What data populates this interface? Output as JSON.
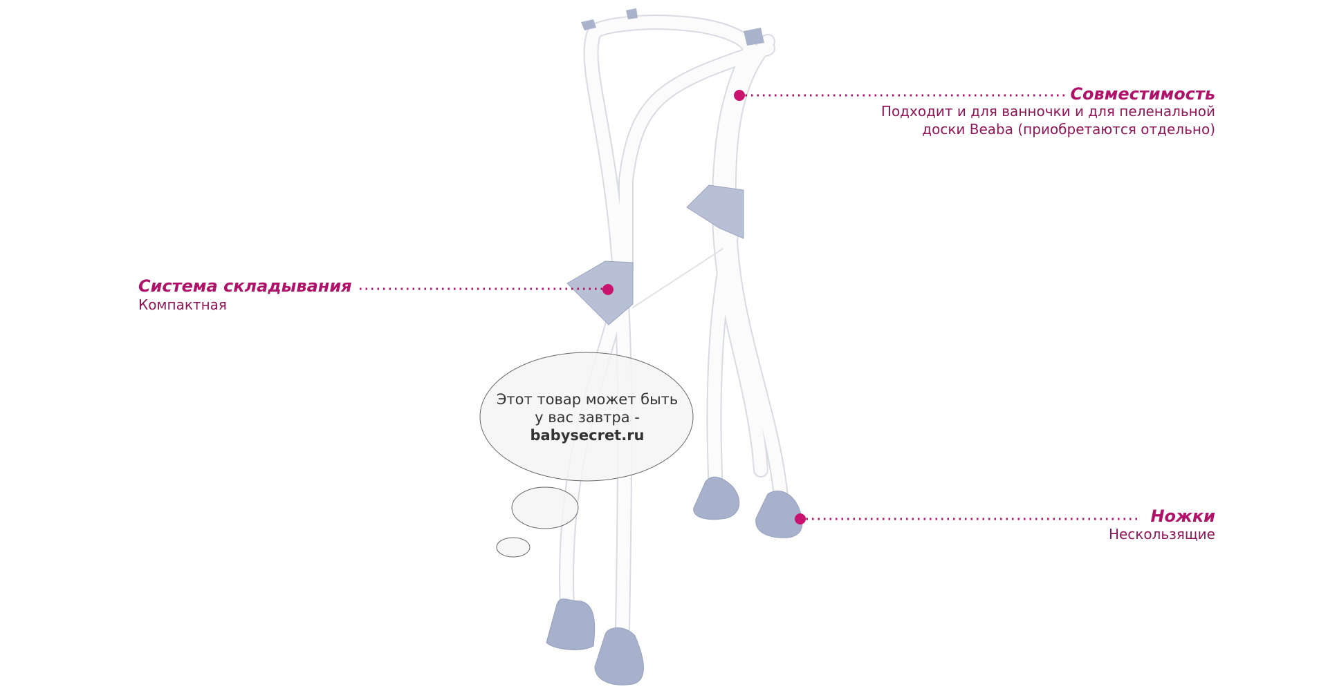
{
  "callouts": {
    "compatibility": {
      "title": "Совместимость",
      "lines": [
        "Подходит и для ванночки и для пеленальной",
        "доски Beaba (приобретаются отдельно)"
      ]
    },
    "folding": {
      "title": "Система складывания",
      "lines": [
        "Компактная"
      ]
    },
    "legs": {
      "title": "Ножки",
      "lines": [
        "Нескользящие"
      ]
    }
  },
  "bubble": {
    "line1": "Этот товар может быть",
    "line2": "у вас завтра -",
    "site": "babysecret.ru"
  },
  "colors": {
    "accent": "#b0126a",
    "desc": "#8e1557",
    "feet": "#a7b1cc"
  }
}
